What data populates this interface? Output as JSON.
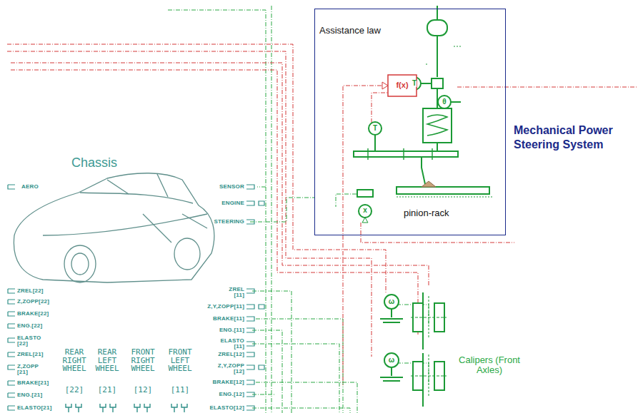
{
  "diagram": {
    "nodes": [
      {
        "text": [
          "Assistance law",
          "Mechanical Power Steering System"
        ]
      },
      {
        "text": [
          "Chassis"
        ]
      }
    ],
    "edges": [
      {
        "from": 1,
        "to": 0,
        "arrow": "none"
      }
    ],
    "labels": [
      "pinion-rack",
      "Calipers (Front Axles)",
      "AERO",
      "SENSOR",
      "ENGINE",
      "STEERING",
      "ZREL[22]",
      "Z,ZOPP[22]",
      "BRAKE[22]",
      "ENG.[22]",
      "ELASTO [22]",
      "ZREL[21]",
      "Z,ZOPP [21]",
      "BRAKE[21]",
      "ENG.[21]",
      "ELASTO[21]",
      "ZREL [11]",
      "Z,Y,ZOPP[11]",
      "BRAKE[11]",
      "ENG.[11]",
      "ELASTO [11]",
      "ZREL[12]",
      "Z,Y,ZOPP [12]",
      "BRAKE[12]",
      "ENG.[12]",
      "ELASTO[12]",
      "REAR RIGHT WHEEL",
      "REAR LEFT WHEEL",
      "FRONT RIGHT WHEEL",
      "FRONT LEFT WHEEL",
      "[22]",
      "[21]",
      "[12]",
      "[11]",
      "T",
      "T",
      "θ",
      "x",
      "f(x)",
      "ω",
      "ω"
    ]
  }
}
